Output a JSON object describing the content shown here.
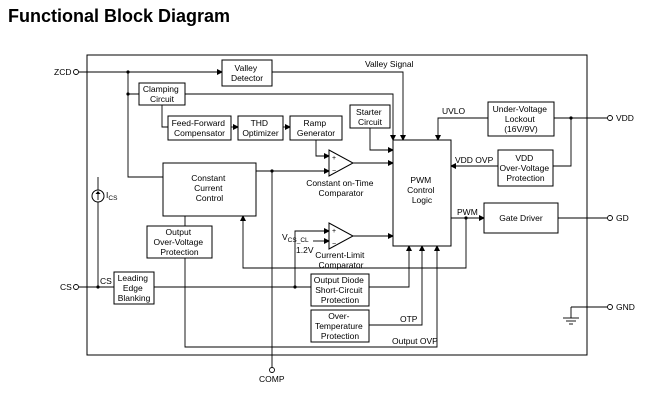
{
  "title": "Functional Block Diagram",
  "pins": {
    "zcd": "ZCD",
    "cs": "CS",
    "vdd": "VDD",
    "gd": "GD",
    "gnd": "GND",
    "comp": "COMP"
  },
  "blocks": {
    "valley_detector": [
      "Valley",
      "Detector"
    ],
    "clamping_circuit": [
      "Clamping",
      "Circuit"
    ],
    "feed_forward_compensator": [
      "Feed-Forward",
      "Compensator"
    ],
    "thd_optimizer": [
      "THD",
      "Optimizer"
    ],
    "ramp_generator": [
      "Ramp",
      "Generator"
    ],
    "starter_circuit": [
      "Starter",
      "Circuit"
    ],
    "uvlo": [
      "Under-Voltage",
      "Lockout",
      "(16V/9V)"
    ],
    "vdd_ovp": [
      "VDD",
      "Over-Voltage",
      "Protection"
    ],
    "constant_current_control": [
      "Constant",
      "Current",
      "Control"
    ],
    "pwm_control_logic": [
      "PWM",
      "Control",
      "Logic"
    ],
    "gate_driver": [
      "Gate Driver"
    ],
    "output_ovp": [
      "Output",
      "Over-Voltage",
      "Protection"
    ],
    "leading_edge_blanking": [
      "Leading",
      "Edge",
      "Blanking"
    ],
    "output_diode_short": [
      "Output Diode",
      "Short-Circuit",
      "Protection"
    ],
    "otp": [
      "Over-",
      "Temperature",
      "Protection"
    ]
  },
  "labels": {
    "valley_signal": "Valley Signal",
    "uvlo_signal": "UVLO",
    "vdd_ovp_signal": "VDD OVP",
    "pwm_signal": "PWM",
    "otp_signal": "OTP",
    "output_ovp_signal": "Output OVP",
    "cs_internal": "CS",
    "ics_prefix": "I",
    "ics_sub": "CS",
    "vcs_prefix": "V",
    "vcs_sub": "CS_CL",
    "ref_voltage": "1.2V",
    "constant_on_time_comparator": [
      "Constant on-Time",
      "Comparator"
    ],
    "current_limit_comparator": [
      "Current-Limit",
      "Comparator"
    ],
    "plus": "+",
    "minus": "−"
  }
}
